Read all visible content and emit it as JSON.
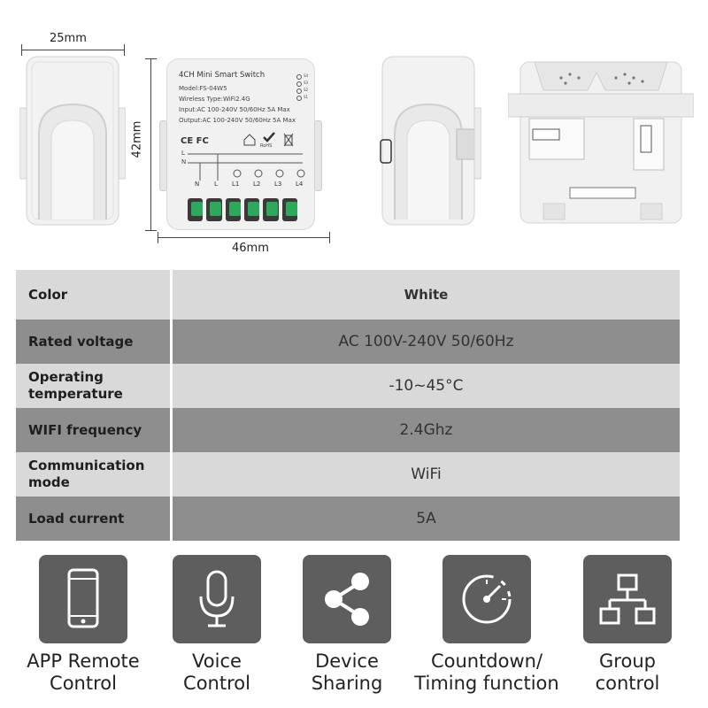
{
  "dimensions": {
    "width_side": "25mm",
    "height": "42mm",
    "width_front": "46mm"
  },
  "product_label": {
    "title": "4CH Mini Smart Switch",
    "model": "Model:FS-04W5",
    "wireless": "Wireless Type:WiFi2.4G",
    "input": "Input:AC 100-240V 50/60Hz 5A Max",
    "output": "Output:AC 100-240V 50/60Hz 5A Max",
    "marks": "CE FC",
    "rohs": "RoHS",
    "terminals": [
      "N",
      "L",
      "L1",
      "L2",
      "L3",
      "L4"
    ],
    "wire_l": "L",
    "wire_n": "N",
    "leds": [
      "S4",
      "S3",
      "S2",
      "S1"
    ]
  },
  "specs": [
    {
      "key": "Color",
      "value": "White"
    },
    {
      "key": "Rated voltage",
      "value": "AC  100V-240V 50/60Hz"
    },
    {
      "key": "Operating temperature",
      "value": "-10~45°C"
    },
    {
      "key": "WIFI frequency",
      "value": "2.4Ghz"
    },
    {
      "key": "Communication mode",
      "value": "WiFi"
    },
    {
      "key": "Load current",
      "value": "5A"
    }
  ],
  "features": [
    {
      "label": "APP Remote\nControl",
      "icon": "smartphone-icon"
    },
    {
      "label": "Voice\nControl",
      "icon": "microphone-icon"
    },
    {
      "label": "Device\nSharing",
      "icon": "share-icon"
    },
    {
      "label": "Countdown/\nTiming function",
      "icon": "timer-icon"
    },
    {
      "label": "Group\ncontrol",
      "icon": "network-icon"
    }
  ],
  "colors": {
    "row_light": "#d9d9d9",
    "row_dark": "#8e8e8e",
    "icon_tile": "#5e5e5e",
    "terminal_green": "#2ea85a"
  }
}
